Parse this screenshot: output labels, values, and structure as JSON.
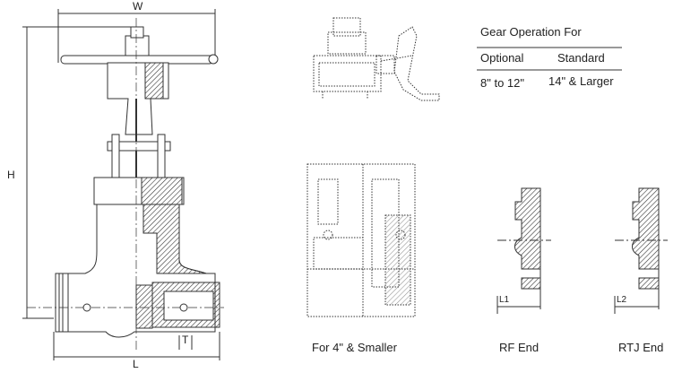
{
  "dimensions": {
    "width_label": "W",
    "height_label": "H",
    "length_label": "L",
    "thickness_label": "T",
    "l1_label": "L1",
    "l2_label": "L2"
  },
  "gear_table": {
    "title": "Gear Operation For",
    "col_optional": "Optional",
    "col_standard": "Standard",
    "optional_value": "8\" to 12\"",
    "standard_value": "14\" & Larger"
  },
  "captions": {
    "small": "For 4\" & Smaller",
    "rf": "RF End",
    "rtj": "RTJ End"
  }
}
